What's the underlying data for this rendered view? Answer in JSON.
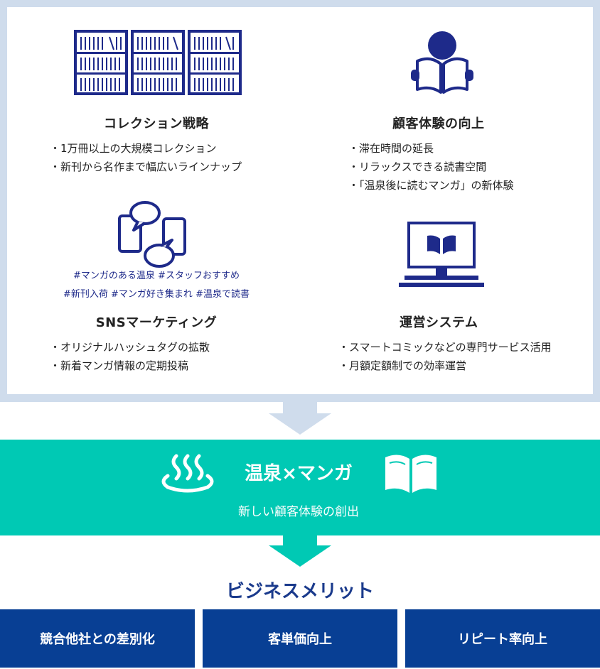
{
  "quadrants": [
    {
      "title": "コレクション戦略",
      "icon": "bookshelf-icon",
      "bullets": [
        "1万冊以上の大規模コレクション",
        "新刊から名作まで幅広いラインナップ"
      ]
    },
    {
      "title": "顧客体験の向上",
      "icon": "reading-person-icon",
      "bullets": [
        "滞在時間の延長",
        "リラックスできる読書空間",
        "「温泉後に読むマンガ」の新体験"
      ]
    },
    {
      "title": "SNSマーケティング",
      "icon": "smartphones-chat-icon",
      "bullets": [
        "オリジナルハッシュタグの拡散",
        "新着マンガ情報の定期投稿"
      ],
      "hashtags": [
        "#マンガのある温泉 #スタッフおすすめ",
        "#新刊入荷 #マンガ好き集まれ #温泉で読書"
      ]
    },
    {
      "title": "運営システム",
      "icon": "computer-book-icon",
      "bullets": [
        "スマートコミックなどの専門サービス活用",
        "月額定額制での効率運営"
      ]
    }
  ],
  "center": {
    "title": "温泉×マンガ",
    "subtitle": "新しい顧客体験の創出"
  },
  "merits": {
    "title": "ビジネスメリット",
    "items": [
      "競合他社との差別化",
      "客単価向上",
      "リピート率向上"
    ]
  },
  "colors": {
    "navy": "#1e2a8a",
    "teal": "#00c9b4",
    "merit_blue": "#083f94",
    "frame": "#cfdcec",
    "heading_blue": "#1a3a8c"
  }
}
